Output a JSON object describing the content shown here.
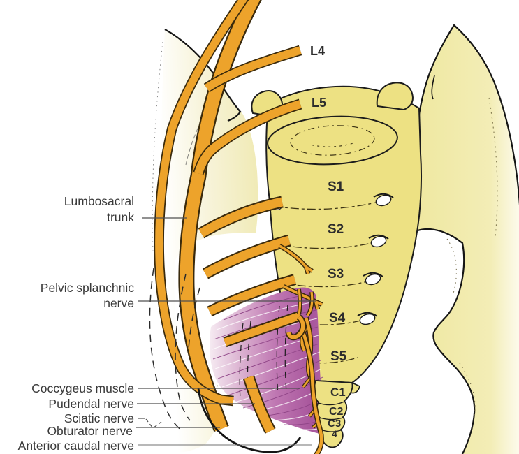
{
  "colors": {
    "background": "#ffffff",
    "nerve": "#EDA32B",
    "nerve_outline": "#3A2A0C",
    "bone": "#EDE183",
    "bone_pale": "#F0EAB2",
    "muscle": "#B468A8",
    "muscle_light": "#EFD9E9",
    "text": "#3a3a3a",
    "leader": "#4f4f4f"
  },
  "levels": {
    "lumbar": [
      "L4",
      "L5"
    ],
    "sacral": [
      "S1",
      "S2",
      "S3",
      "S4",
      "S5"
    ],
    "coccygeal": [
      "C1",
      "C2",
      "C3",
      "4"
    ]
  },
  "labels": {
    "lumbosacral_trunk": {
      "line1": "Lumbosacral",
      "line2": "trunk"
    },
    "pelvic_splanchnic": {
      "line1": "Pelvic splanchnic",
      "line2": "nerve"
    },
    "coccygeus_muscle": "Coccygeus muscle",
    "pudendal_nerve": "Pudendal nerve",
    "sciatic_nerve": "Sciatic nerve",
    "obturator_nerve": "Obturator nerve",
    "anterior_caudal_nerve": "Anterior caudal nerve"
  }
}
